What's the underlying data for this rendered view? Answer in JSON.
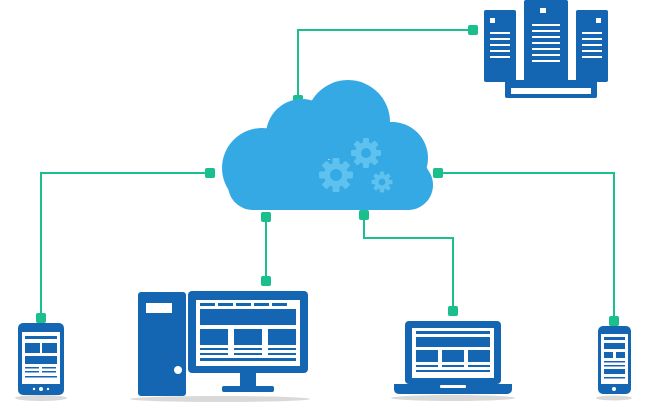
{
  "diagram": {
    "colors": {
      "device_blue": "#1466b2",
      "device_dark": "#0e4f8f",
      "screen_light": "#ffffff",
      "cloud_blue": "#34a9e4",
      "cloud_shadow": "#1e8fd0",
      "gear_blue": "#5fc1ee",
      "connector_green": "#1bbf8e",
      "shadow_gray": "#d9d9d9"
    },
    "nodes": [
      {
        "id": "cloud",
        "icon": "cloud-gears-icon"
      },
      {
        "id": "server",
        "icon": "server-rack-icon"
      },
      {
        "id": "tablet",
        "icon": "tablet-icon"
      },
      {
        "id": "desktop",
        "icon": "desktop-computer-icon"
      },
      {
        "id": "laptop",
        "icon": "laptop-icon"
      },
      {
        "id": "phone",
        "icon": "smartphone-icon"
      }
    ],
    "connections": [
      {
        "from": "cloud",
        "to": "server"
      },
      {
        "from": "cloud",
        "to": "tablet"
      },
      {
        "from": "cloud",
        "to": "desktop"
      },
      {
        "from": "cloud",
        "to": "laptop"
      },
      {
        "from": "cloud",
        "to": "phone"
      }
    ]
  }
}
